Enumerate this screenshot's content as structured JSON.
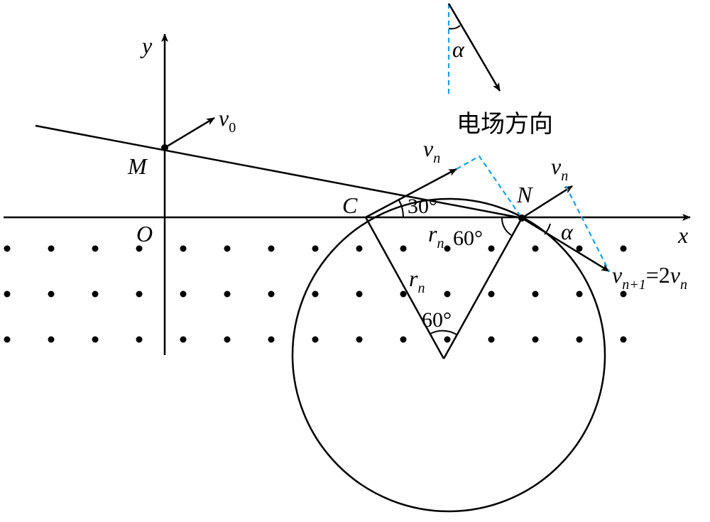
{
  "axes": {
    "x_label": "x",
    "y_label": "y",
    "origin_label": "O"
  },
  "points": {
    "M": "M",
    "C": "C",
    "N": "N"
  },
  "velocities": {
    "v0": {
      "base": "v",
      "sub": "0"
    },
    "vn_at_C": {
      "base": "v",
      "sub": "n"
    },
    "vn_at_N": {
      "base": "v",
      "sub": "n"
    },
    "vnext": {
      "base": "v",
      "sub": "n+1",
      "eq": "=2",
      "base2": "v",
      "sub2": "n"
    }
  },
  "radius": {
    "base": "r",
    "sub": "n"
  },
  "angles": {
    "angle_30": "30°",
    "angle_60_at_N": "60°",
    "angle_60_center": "60°",
    "alpha_at_N": "α",
    "alpha_field": "α"
  },
  "field_direction_label": "电场方向",
  "colors": {
    "line": "#000000",
    "dashed": "#1aa0e0"
  },
  "magnetic_field": {
    "symbol": "dot",
    "direction": "out-of-page",
    "rows": 3,
    "columns": 15
  }
}
